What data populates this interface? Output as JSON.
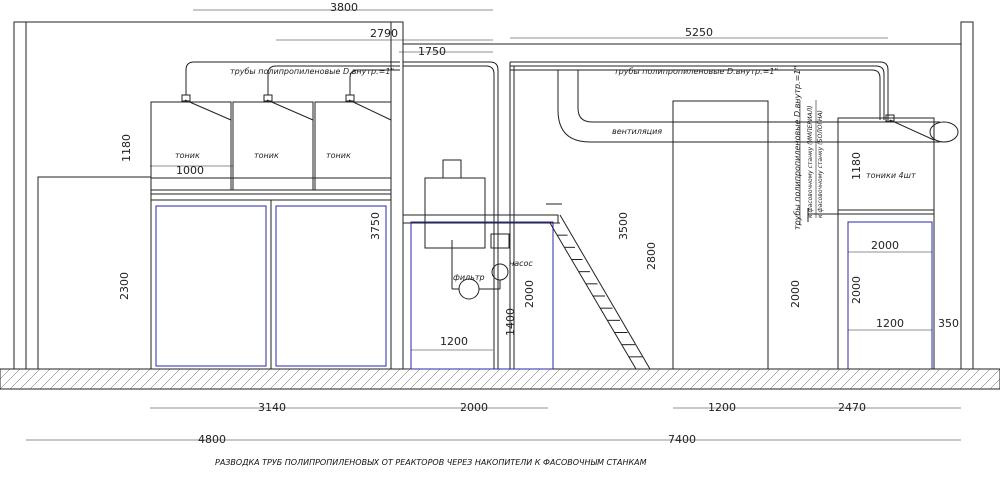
{
  "caption": "РАЗВОДКА ТРУБ ПОЛИПРОПИЛЕНОВЫХ ОТ РЕАКТОРОВ ЧЕРЕЗ НАКОПИТЕЛИ К ФАСОВОЧНЫМ СТАНКАМ",
  "labels": {
    "pipes_left": "трубы полипропиленовые D.внутр.=1\"",
    "pipes_right": "трубы полипропиленовые D.внутр.=1\"",
    "tank_1": "тоник",
    "tank_2": "тоник",
    "tank_3": "тоник",
    "ventilation": "вентиляция",
    "filter": "фильтр",
    "pump": "насос",
    "tanks_4": "тоники 4шт",
    "pipes_vertical": "трубы полипропиленовые D.внутр.=1\"",
    "to_machine_1": "к фасовочному станку (ИМПЕРИАЛ)",
    "to_machine_2": "к фасовочному станку (БОЛОГНА)"
  },
  "dims": {
    "d3800": "3800",
    "d2790": "2790",
    "d1750": "1750",
    "d5250": "5250",
    "d1180a": "1180",
    "d1000": "1000",
    "d3750": "3750",
    "d2300": "2300",
    "d3500": "3500",
    "d2800": "2800",
    "d2000a": "2000",
    "d1400": "1400",
    "d1200a": "1200",
    "d1180b": "1180",
    "d2000b": "2000",
    "d2000c": "2000",
    "d2000d": "2000",
    "d1200b": "1200",
    "d350": "350",
    "d3140": "3140",
    "d2000e": "2000",
    "d1200c": "1200",
    "d2470": "2470",
    "d4800": "4800",
    "d7400": "7400"
  },
  "colors": {
    "line": "#222222",
    "accent": "#2a2aa8"
  }
}
